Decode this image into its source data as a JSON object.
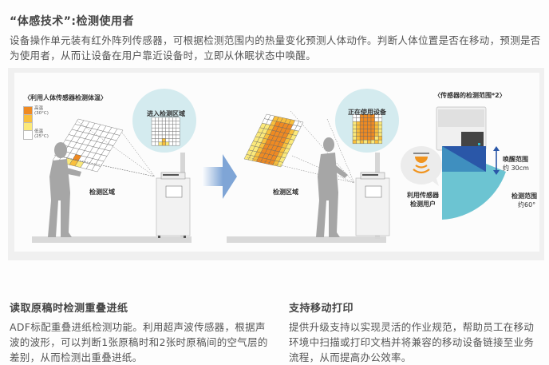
{
  "section1": {
    "title": "“体感技术”:检测使用者",
    "body": "设备操作单元装有红外阵列传感器，可根据检测范围内的热量变化预测人体动作。判断人体位置是否在移动，预测是否为使用者，从而让设备在用户靠近设备时，立即从休眠状态中唤醒。"
  },
  "illustration": {
    "left_title": "〈利用人体传感器检测体温〉",
    "legend": {
      "high_label": "高温",
      "high_temp": "(30°C)",
      "low_label": "低温",
      "low_temp": "(25°C)",
      "colors": [
        "#ef8a22",
        "#f9bf3c",
        "#fbe97a",
        "#ffffff"
      ]
    },
    "scene1": {
      "bubble_label": "进入检测区域",
      "area_label": "检测区域"
    },
    "scene2": {
      "bubble_label": "正在使用设备",
      "area_label": "检测区域"
    },
    "right_title": "〈传感器的检测范围*2〉",
    "sensor_label_line1": "利用传感器",
    "sensor_label_line2": "检测用户",
    "wake_range_label": "唤醒范围",
    "wake_range_value": "约 30cm",
    "detect_range_label": "检测范围",
    "detect_range_value": "约60°",
    "colors": {
      "bubble": "#d4ebef",
      "arrow": "#7fa5d6",
      "fan_light": "#6cc4d2",
      "fan_dark": "#2a57a8",
      "sensor": "#f0941f"
    }
  },
  "section2": {
    "title": "读取原稿时检测重叠进纸",
    "body": "ADF标配重叠进纸检测功能。利用超声波传感器，根据声波的波形，可以判断1张原稿时和2张时原稿间的空气层的差别，从而检测出重叠进纸。"
  },
  "section3": {
    "title": "支持移动打印",
    "body": "提供升级支持以实现灵活的作业规范，帮助员工在移动环境中扫描或打印文档并将兼容的移动设备链接至业务流程，从而提高办公效率。"
  }
}
